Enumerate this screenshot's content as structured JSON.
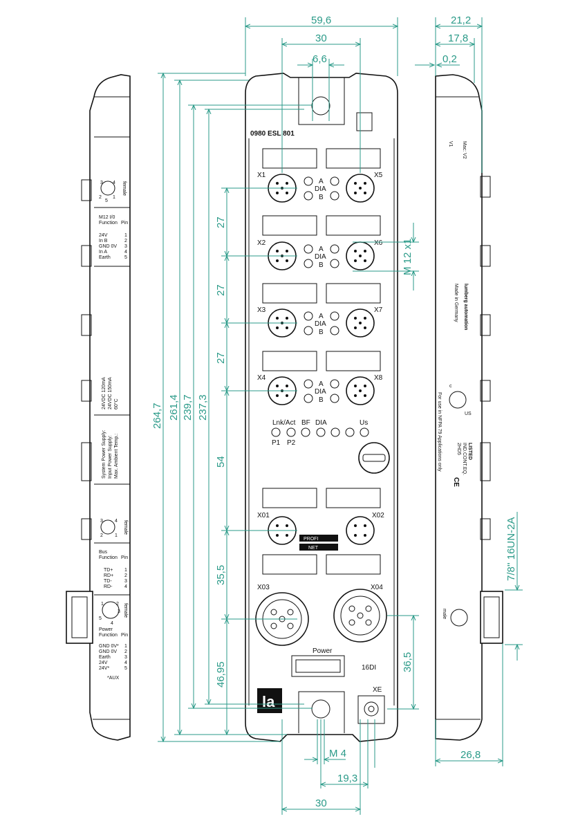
{
  "dimensions": {
    "total_width": "59,6",
    "hole_spacing_top": "30",
    "slot_width": "6,6",
    "side_depth_total": "21,2",
    "side_depth_inner": "17,8",
    "side_offset": "0,2",
    "height_total": "264,7",
    "height_2": "261,4",
    "height_3": "239,7",
    "height_4": "237,3",
    "pitch_1": "27",
    "pitch_2": "27",
    "pitch_3": "27",
    "pitch_power_ports": "54",
    "pitch_bus": "35,5",
    "pitch_bottom": "46,95",
    "m12_thread": "M 12 x1",
    "power_thread": "7/8'' 16UN-2A",
    "power_offset": "36,5",
    "screw": "M 4",
    "pe_offset": "19,3",
    "hole_spacing_bottom": "30",
    "connector_depth": "26,8"
  },
  "front": {
    "model": "0980 ESL 801",
    "ports_left": [
      "X1",
      "X2",
      "X3",
      "X4"
    ],
    "ports_right": [
      "X5",
      "X6",
      "X7",
      "X8"
    ],
    "led_a": "A",
    "led_dia": "DIA",
    "led_b": "B",
    "status_lnk": "Lnk/Act",
    "status_bf": "BF",
    "status_dia": "DIA",
    "status_us": "Us",
    "status_p1": "P1",
    "status_p2": "P2",
    "bus_left": "X01",
    "bus_right": "X02",
    "power_left": "X03",
    "power_right": "X04",
    "power_label": "Power",
    "pe_label": "XE",
    "fuse": "16DI",
    "logo": "la",
    "profinet_1": "PROFI",
    "profinet_2": "NET"
  },
  "left_side": {
    "female_1": "female",
    "io_title": "M12 I/0",
    "io_header_function": "Function",
    "io_header_pin": "Pin",
    "io_rows": [
      {
        "f": "24V",
        "p": "1"
      },
      {
        "f": "In B",
        "p": "2"
      },
      {
        "f": "GND 0V",
        "p": "3"
      },
      {
        "f": "In A",
        "p": "4"
      },
      {
        "f": "Earth",
        "p": "5"
      }
    ],
    "supply_1": "System Power Supply:",
    "supply_2": "Input Power Supply:",
    "supply_3": "Max. Ambient Temp.:",
    "supply_v1": "24VDC 120mA",
    "supply_v2": "24VDC 150mA",
    "supply_v3": "60°C",
    "female_2": "female",
    "bus_title": "Bus",
    "bus_header_function": "Function",
    "bus_header_pin": "Pin",
    "bus_rows": [
      {
        "f": "TD+",
        "p": "1"
      },
      {
        "f": "RD+",
        "p": "2"
      },
      {
        "f": "TD-",
        "p": "3"
      },
      {
        "f": "RD-",
        "p": "4"
      }
    ],
    "female_3": "female",
    "power_title": "Power",
    "power_header_function": "Function",
    "power_header_pin": "Pin",
    "power_rows": [
      {
        "f": "GND 0V*",
        "p": "1"
      },
      {
        "f": "GND 0V",
        "p": "2"
      },
      {
        "f": "Earth",
        "p": "3"
      },
      {
        "f": "24V",
        "p": "4"
      },
      {
        "f": "24V*",
        "p": "5"
      }
    ],
    "aux": "*AUX"
  },
  "right_side": {
    "mac": "Mac: V2",
    "v1": "V1",
    "brand": "lumberg automation",
    "made": "Made in Germany",
    "listed": "LISTED",
    "listed_sub": "IND.CONT.EQ.",
    "listed_code": "2HD5",
    "nfpa": "For use in NFPA 79 Applications only",
    "male": "male",
    "ul_c": "c",
    "ul_us": "US",
    "ce": "CE"
  }
}
